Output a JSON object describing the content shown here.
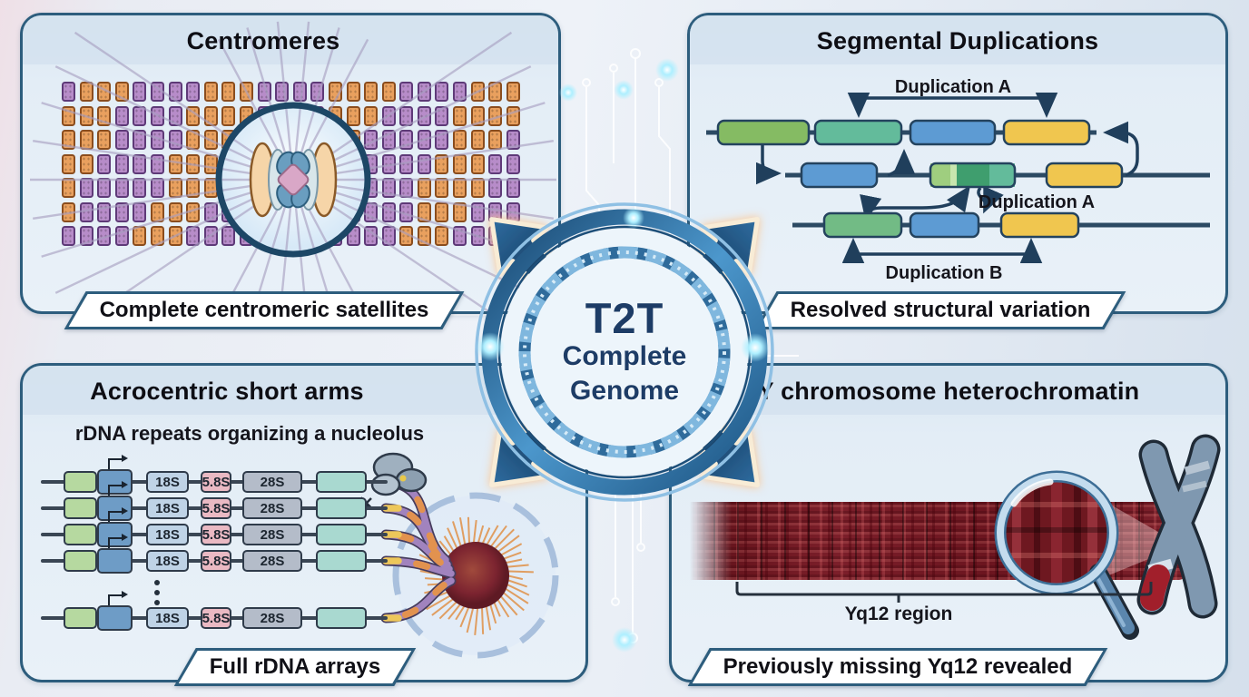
{
  "panels": {
    "centromeres": {
      "title": "Centromeres",
      "caption": "Complete centromeric satellites"
    },
    "segmental_duplications": {
      "title": "Segmental Duplications",
      "caption": "Resolved structural variation",
      "duplication_a_top": "Duplication A",
      "duplication_a_inserted": "Duplication A",
      "duplication_b": "Duplication B"
    },
    "acrocentric_short_arms": {
      "title": "Acrocentric short arms",
      "subtitle": "rDNA repeats organizing a nucleolus",
      "caption": "Full rDNA arrays",
      "unit_labels": [
        "18S",
        "5.8S",
        "28S"
      ]
    },
    "y_chromosome_heterochromatin": {
      "title": "Y chromosome heterochromatin",
      "caption": "Previously missing Yq12 revealed",
      "region_label": "Yq12 region"
    }
  },
  "center_badge": {
    "line1": "T2T",
    "line2": "Complete",
    "line3": "Genome"
  },
  "colors": {
    "panel_border": "#2d5d7d",
    "navy_text": "#1d3c66",
    "arrow_navy": "#16395c",
    "arrow_outline": "#f8ecd6",
    "satellite_purple": "#b78cc9",
    "satellite_orange": "#e9a05e",
    "segment_green": "#85bb63",
    "segment_teal": "#63bb9b",
    "segment_blue": "#5d9bd3",
    "segment_yellow": "#f0c64f",
    "heterochromatin_red": "#6d1820",
    "nucleolus_core": "#7c2430"
  }
}
